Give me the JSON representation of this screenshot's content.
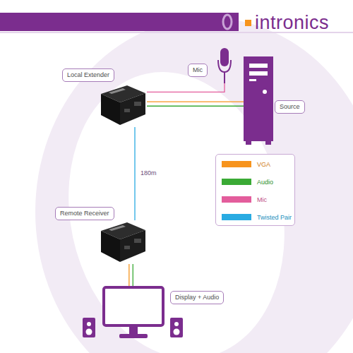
{
  "diagram": {
    "nodes": [
      {
        "text": [
          "Local Extender"
        ]
      },
      {
        "text": [
          "Mic"
        ]
      },
      {
        "text": [
          "Source"
        ]
      },
      {
        "text": [
          "Remote Receiver"
        ]
      },
      {
        "text": [
          "Display + Audio"
        ]
      }
    ],
    "edges": [
      {
        "from": 0,
        "to": 1,
        "arrow": "none"
      },
      {
        "from": 0,
        "to": 2,
        "arrow": "none"
      },
      {
        "from": 0,
        "to": 2,
        "arrow": "none"
      },
      {
        "from": 0,
        "to": 3,
        "label": "180m",
        "arrow": "none"
      },
      {
        "from": 3,
        "to": 4,
        "arrow": "none"
      },
      {
        "from": 3,
        "to": 4,
        "arrow": "none"
      }
    ],
    "labels": [
      "intronics"
    ],
    "legend": [
      {
        "text": "VGA",
        "color": "#f7941d"
      },
      {
        "text": "Audio",
        "color": "#3aaa35"
      },
      {
        "text": "Mic",
        "color": "#e35d9c"
      },
      {
        "text": "Twisted Pair",
        "color": "#29abe2"
      }
    ]
  }
}
